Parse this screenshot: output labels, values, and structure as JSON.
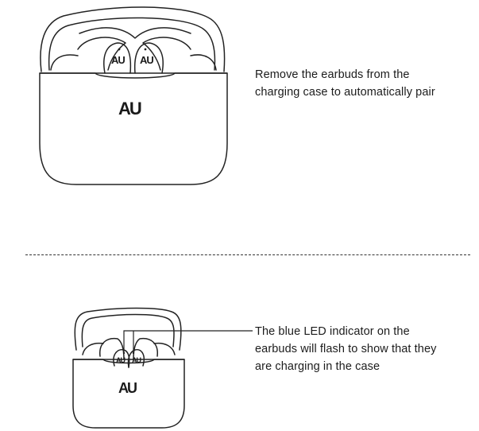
{
  "section_1": {
    "caption_lines": [
      "Remove the earbuds from the",
      "charging case to automatically pair"
    ],
    "case_logo": "AU",
    "earbud_logos": [
      "AU",
      "AU"
    ]
  },
  "section_2": {
    "caption_lines": [
      "The blue LED indicator on the",
      "earbuds will flash to show that they",
      "are charging in the case"
    ],
    "case_logo": "AU",
    "earbud_logos": [
      "AU",
      "AU"
    ]
  }
}
